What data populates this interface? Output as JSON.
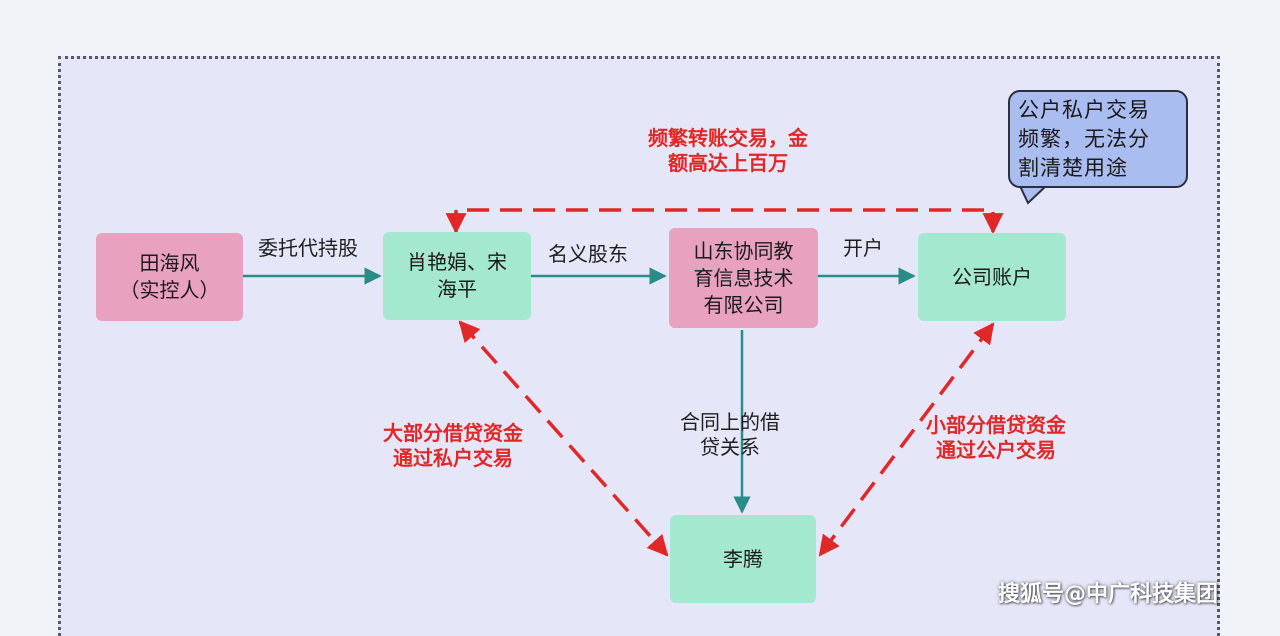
{
  "nodes": {
    "tian": "田海风\n（实控人）",
    "xiao": "肖艳娟、宋\n海平",
    "company": "山东协同教\n育信息技术\n有限公司",
    "account": "公司账户",
    "li": "李腾"
  },
  "edges": {
    "entrust": "委托代持股",
    "nominee": "名义股东",
    "open": "开户",
    "loan": "合同上的借\n贷关系"
  },
  "annotations": {
    "top": "频繁转账交易，金\n额高达上百万",
    "left": "大部分借贷资金\n通过私户交易",
    "right": "小部分借贷资金\n通过公户交易"
  },
  "callout": "公户私户交易\n频繁，无法分\n割清楚用途",
  "watermark": "搜狐号@中广科技集团",
  "colors": {
    "pink_node": "#e8a1bf",
    "mint_node": "#a3e8cf",
    "teal_arrow": "#2a8c86",
    "red_arrow": "#e02828",
    "callout_fill": "#aabdf0"
  }
}
